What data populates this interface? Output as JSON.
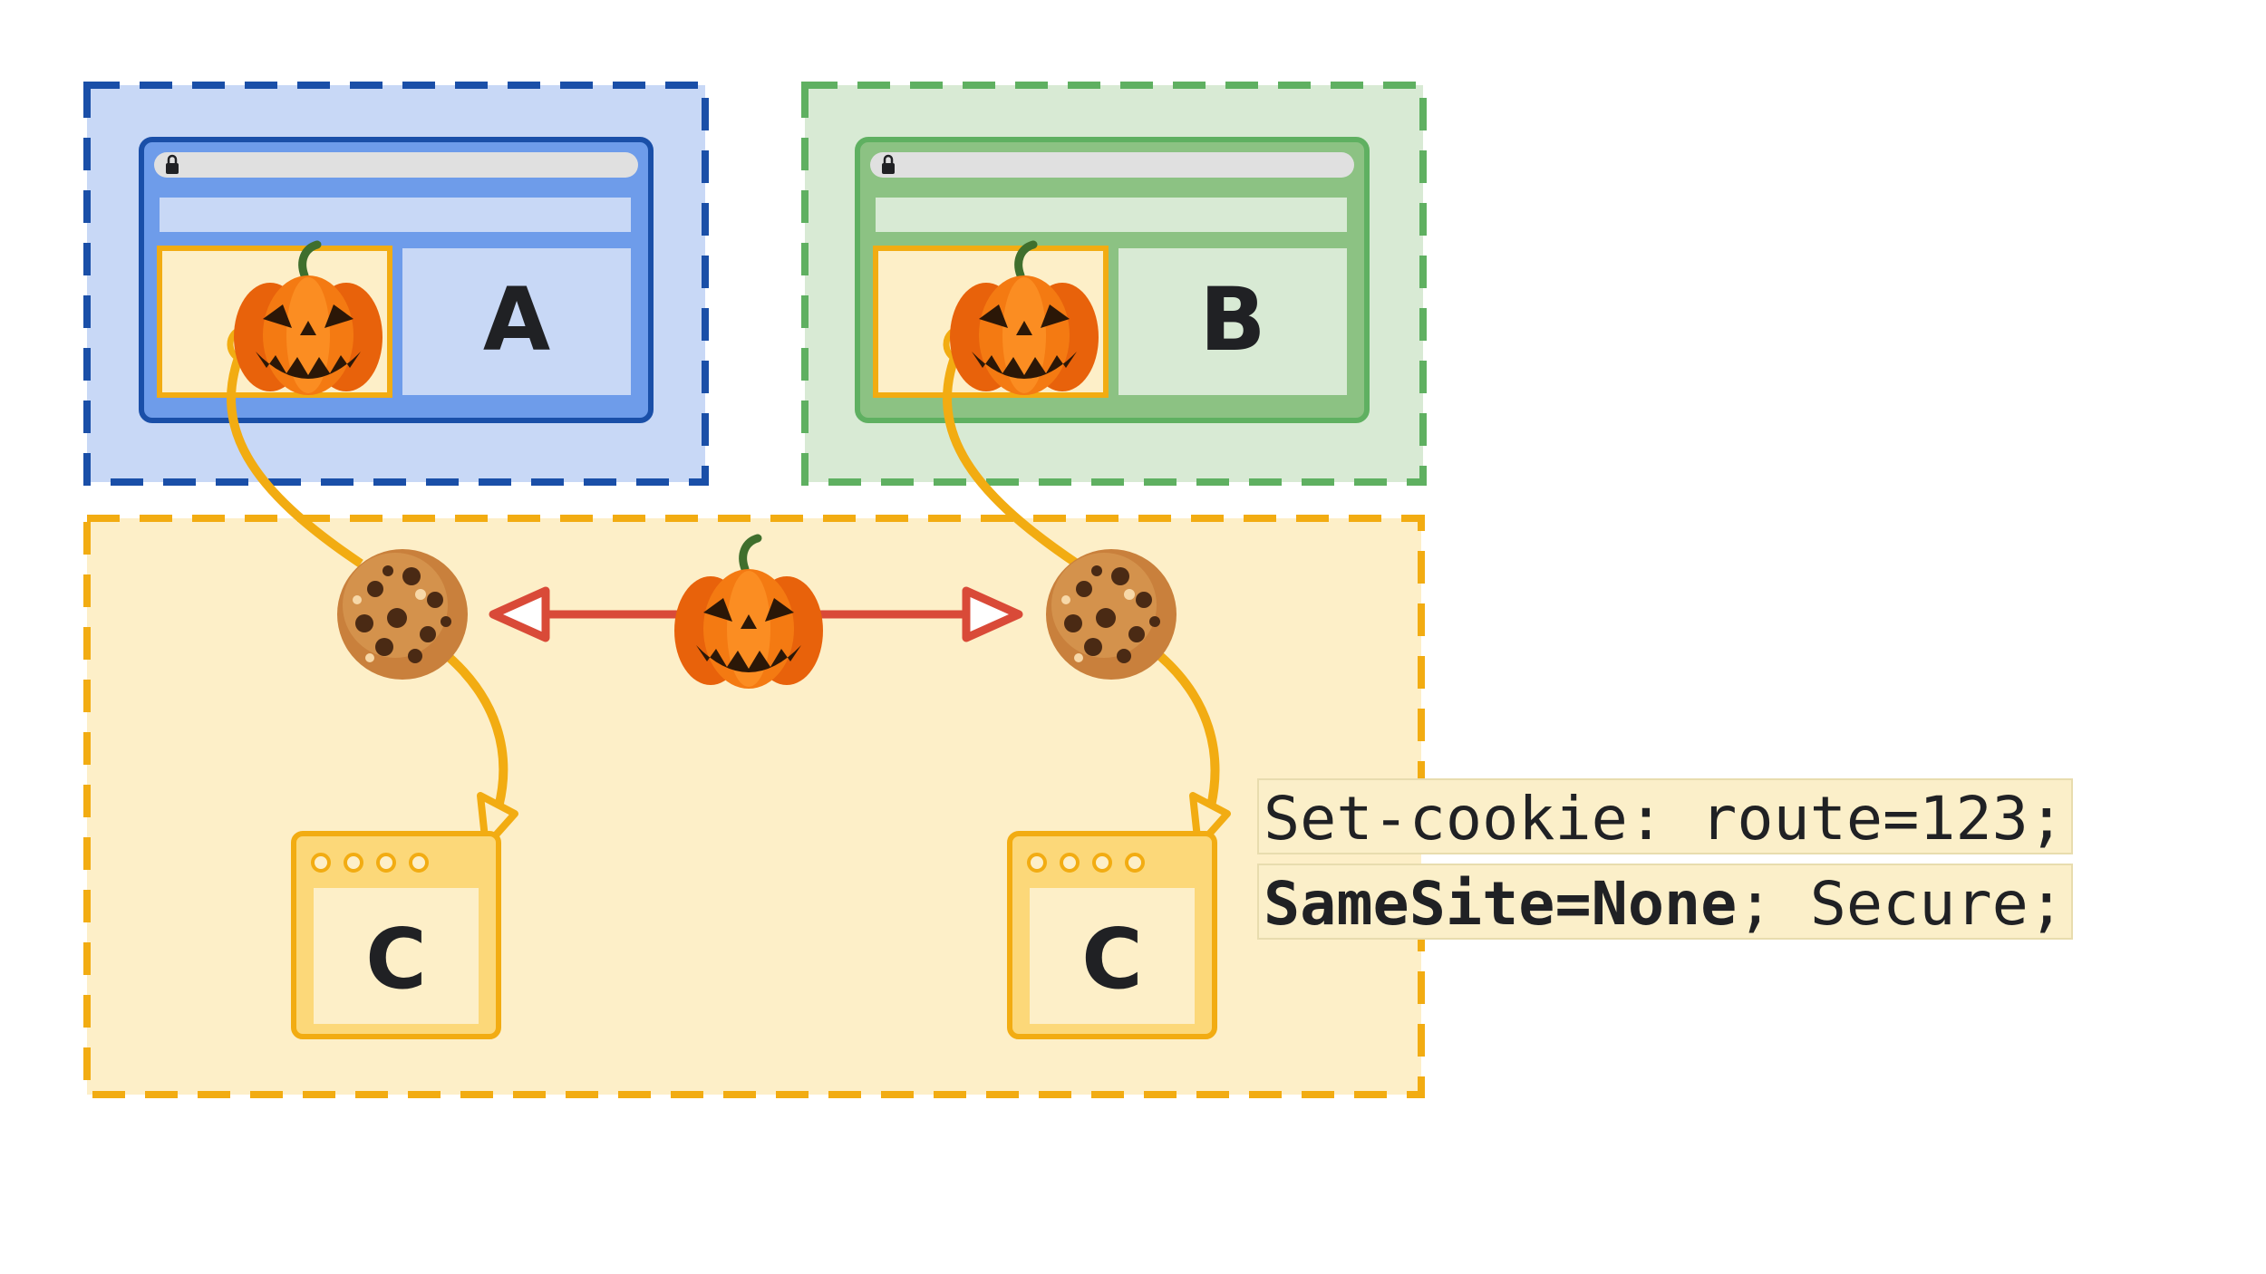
{
  "sites": {
    "a": {
      "label": "A"
    },
    "b": {
      "label": "B"
    },
    "c": {
      "label": "C"
    }
  },
  "header": {
    "line1": "Set-cookie: route=123;",
    "line2_strong": "SameSite=None",
    "line2_rest": "; Secure;"
  },
  "colors": {
    "site_a_bg": "#c8d8f6",
    "site_a_border": "#1a4fa8",
    "site_a_browser": "#6e9cea",
    "site_b_bg": "#d8ead4",
    "site_b_border": "#5fb061",
    "site_b_browser": "#8cc283",
    "site_c_bg": "#fdefc8",
    "site_c_border": "#f2ac12",
    "connector": "#f2ac12",
    "link_arrow": "#d94a38"
  },
  "icons": [
    "lock-icon",
    "pumpkin-icon",
    "cookie-icon",
    "window-dots-icon"
  ]
}
